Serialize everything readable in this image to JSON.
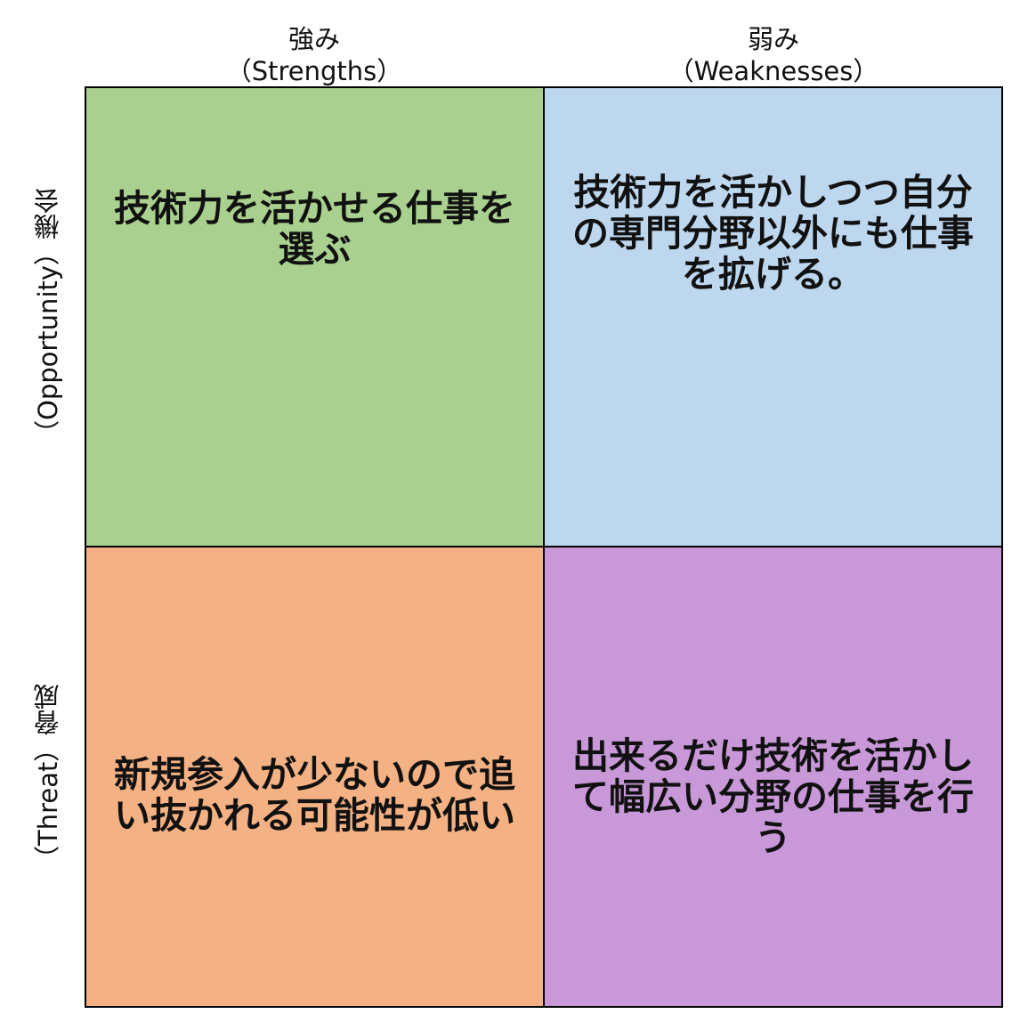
{
  "columns": {
    "strengths": {
      "title": "強み",
      "subtitle": "（Strengths）"
    },
    "weaknesses": {
      "title": "弱み",
      "subtitle": "（Weaknesses）"
    }
  },
  "rows": {
    "opportunity": {
      "title": "機会",
      "subtitle": "（Opportunity）"
    },
    "threat": {
      "title": "脅威",
      "subtitle": "（Threat）"
    }
  },
  "cells": {
    "strength_opportunity": "技術力を活かせる仕事を選ぶ",
    "weakness_opportunity": "技術力を活かしつつ自分の専門分野以外にも仕事を拡げる。",
    "strength_threat": "新規参入が少ないので追い抜かれる可能性が低い",
    "weakness_threat": "出来るだけ技術を活かして幅広い分野の仕事を行う"
  },
  "colors": {
    "strength_opportunity": "#a9d08e",
    "weakness_opportunity": "#bdd7ee",
    "strength_threat": "#f4b183",
    "weakness_threat": "#c898d8"
  }
}
